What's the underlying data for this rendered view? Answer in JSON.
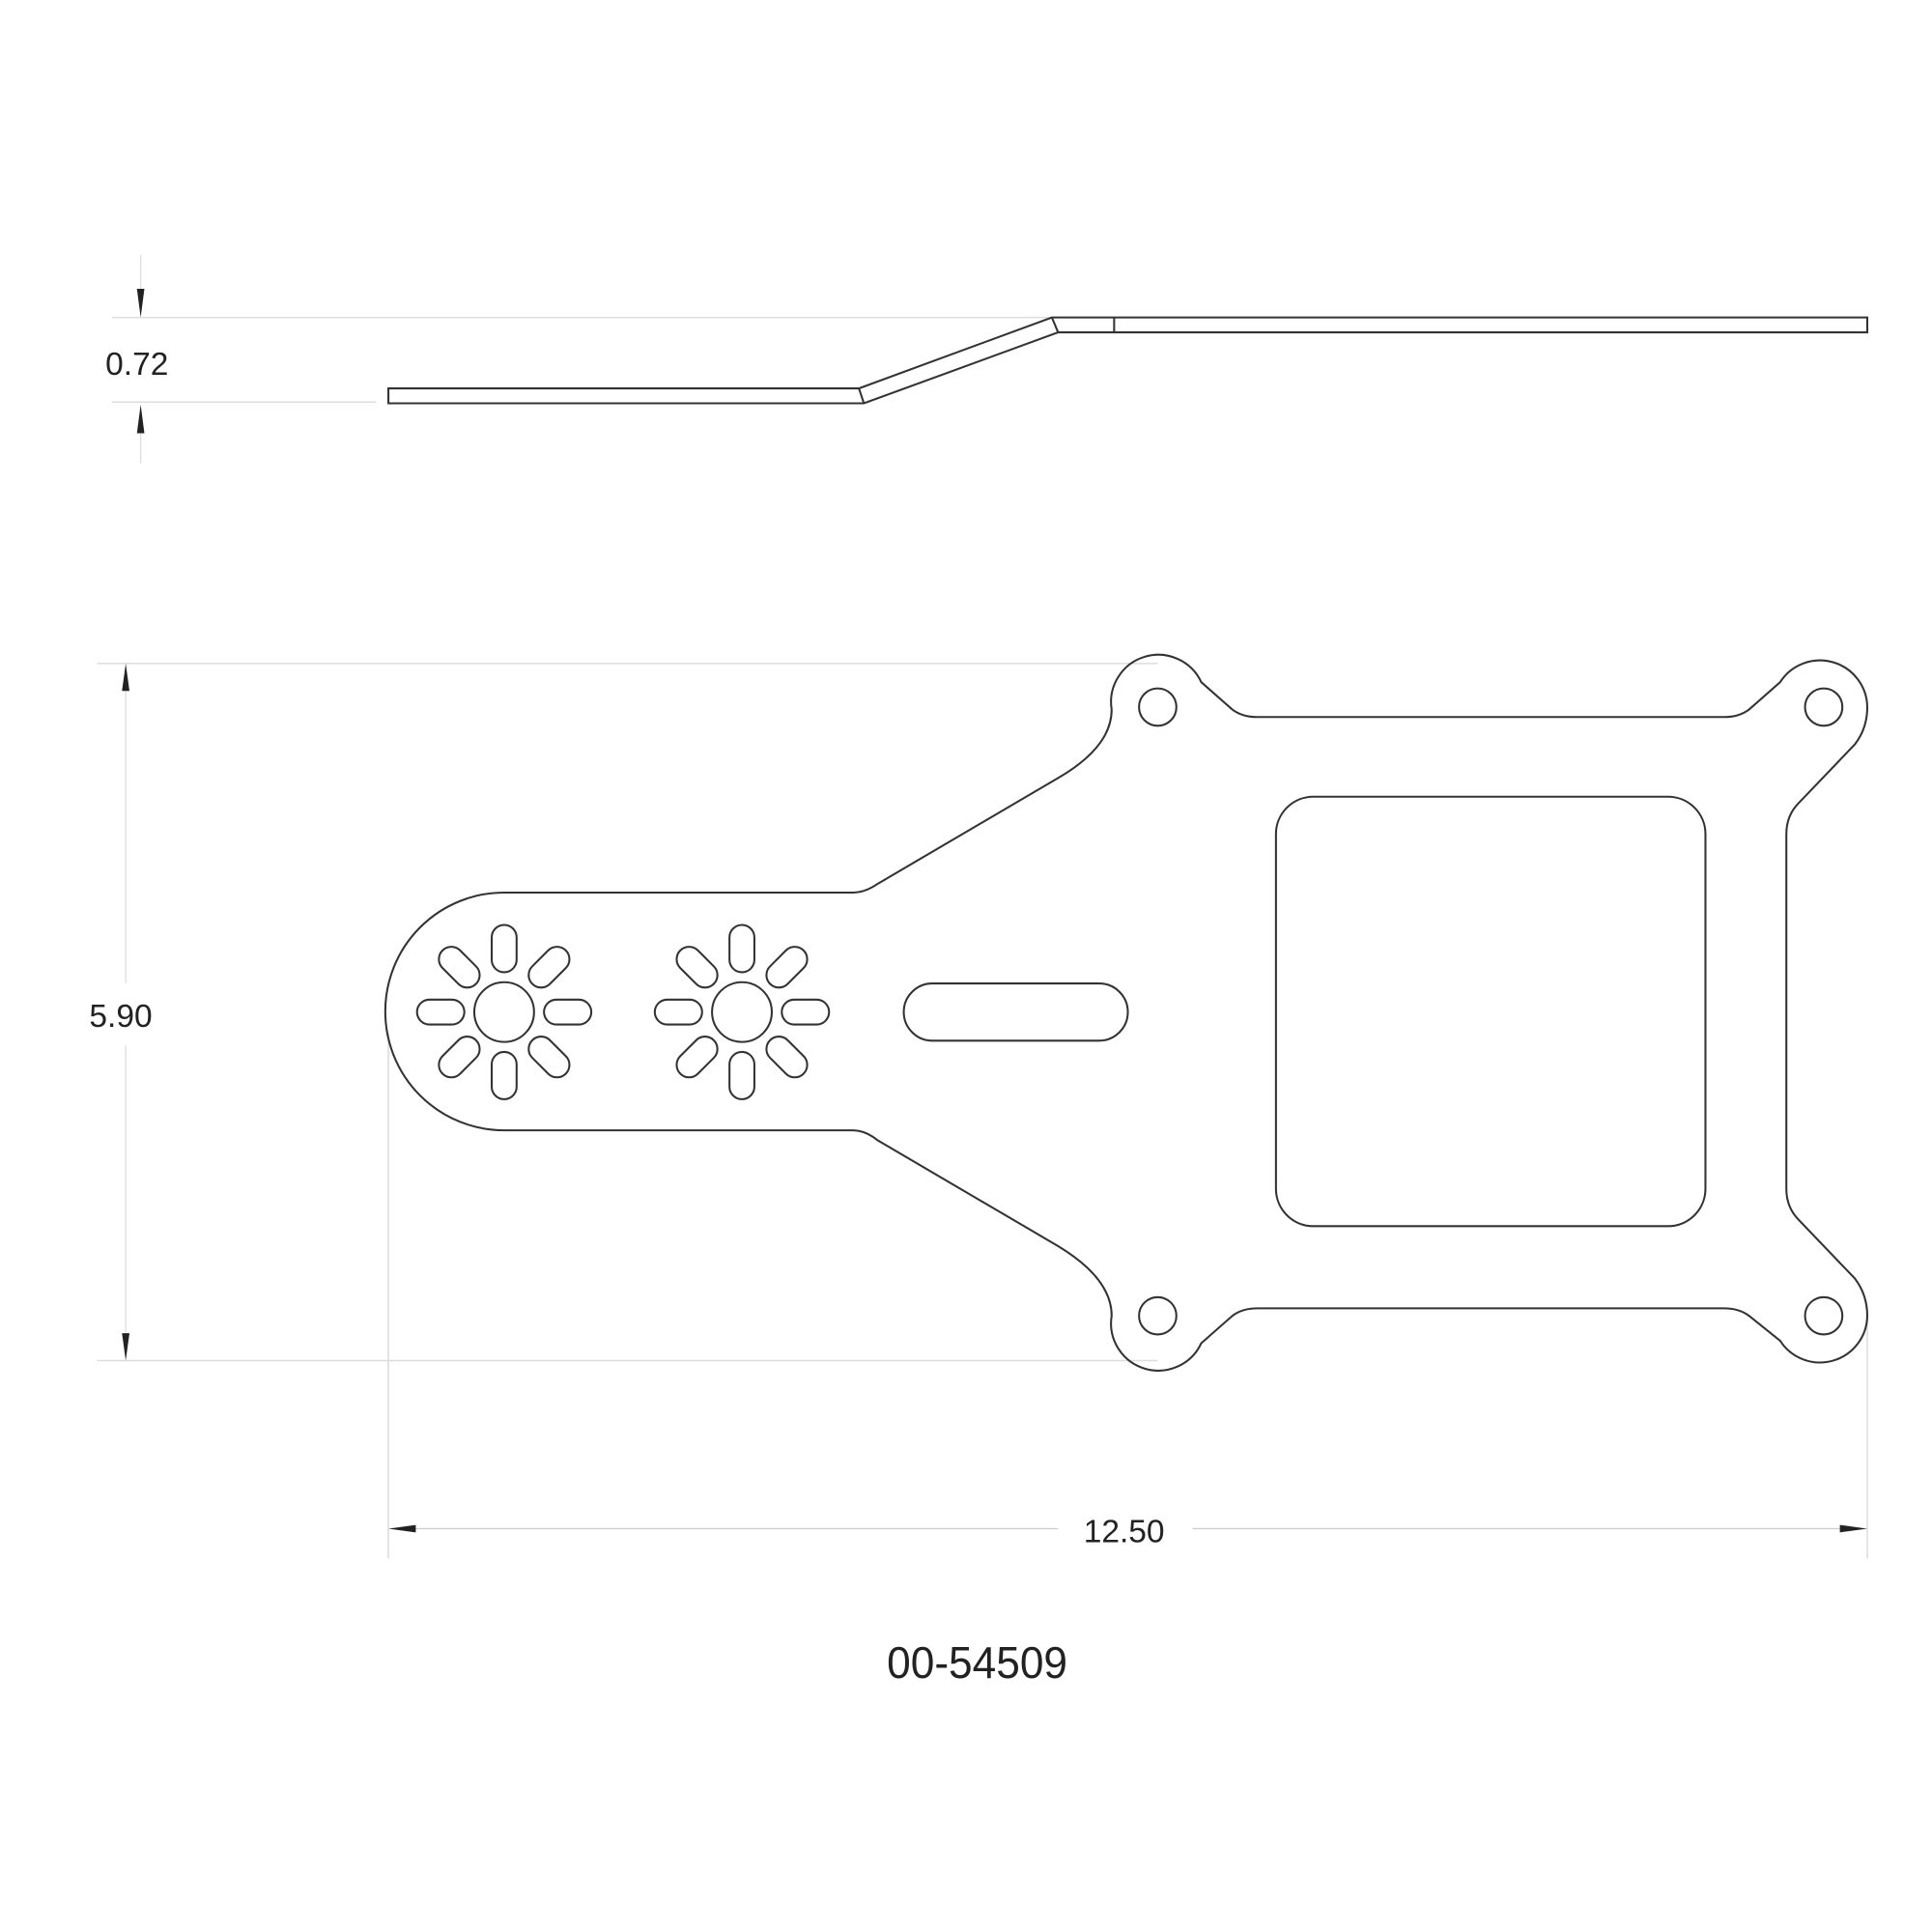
{
  "drawing": {
    "part_number": "00-54509",
    "dimensions": {
      "height_offset": "0.72",
      "width": "5.90",
      "length": "12.50"
    },
    "colors": {
      "line": "#333333",
      "extension": "#dddddd",
      "text": "#222222"
    }
  }
}
